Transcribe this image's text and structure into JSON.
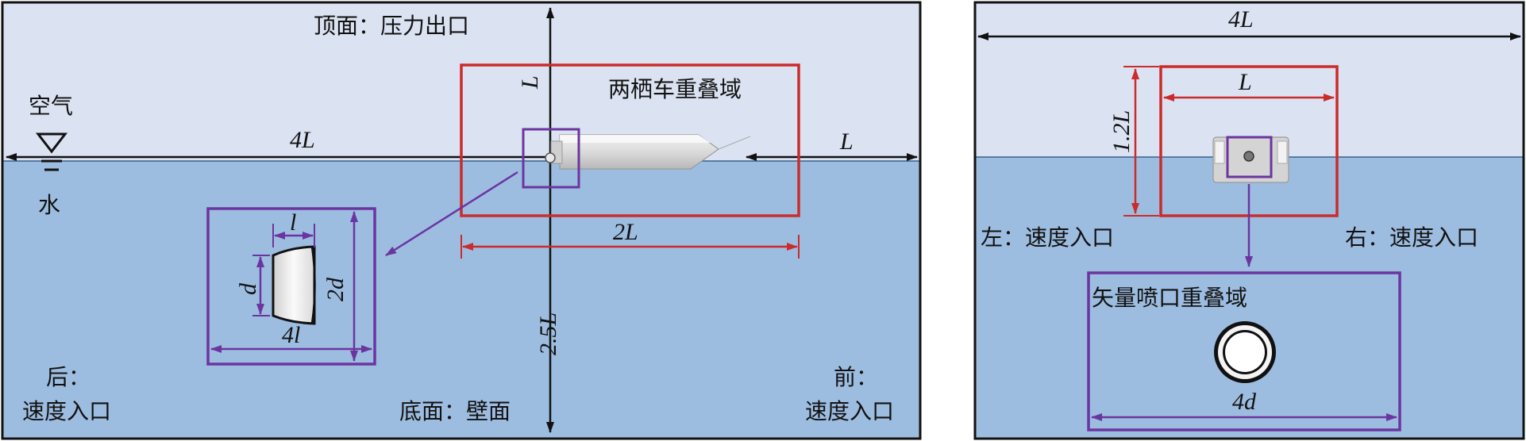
{
  "left_panel": {
    "top_label": "顶面：压力出口",
    "air_label": "空气",
    "water_label": "水",
    "width_label": "4L",
    "height_above_label": "L",
    "depth_below_label": "2.5L",
    "front_gap_label": "L",
    "overlap_label": "两栖车重叠域",
    "overlap_width_label": "2L",
    "back_label_1": "后：",
    "back_label_2": "速度入口",
    "bottom_label": "底面：壁面",
    "front_label_1": "前：",
    "front_label_2": "速度入口",
    "nozzle_inset": {
      "length_label": "l",
      "diameter_label": "d",
      "height_label": "2d",
      "width_label": "4l"
    }
  },
  "right_panel": {
    "width_label": "4L",
    "overlap_width_label": "L",
    "overlap_height_label": "1.2L",
    "left_label": "左：速度入口",
    "right_label": "右：速度入口",
    "nozzle_overlap_label": "矢量喷口重叠域",
    "nozzle_width_label": "4d"
  },
  "colors": {
    "air": "#dbe3f2",
    "water": "#9dbde0",
    "red_box": "#cc2b2b",
    "purple_box": "#6b35a0",
    "black": "#111111"
  }
}
